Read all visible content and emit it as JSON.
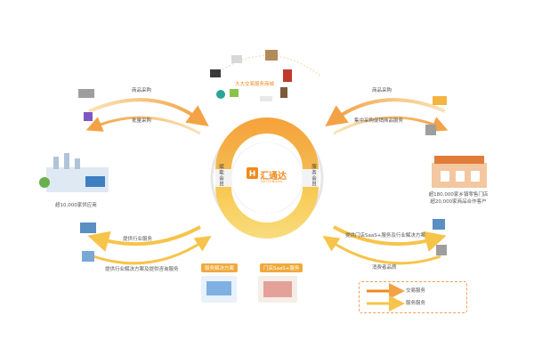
{
  "center": {
    "brand": "汇通达",
    "brand_sub": "HUITONGDA",
    "top_label": "交易服务",
    "bottom_label": "服务服务",
    "left_side": "赋能会员",
    "right_side": "服务会员"
  },
  "top_group": {
    "label": "大大交易服务商城"
  },
  "left_top_arrows": {
    "upper": "商品采购",
    "lower": "批量采购"
  },
  "right_top_arrows": {
    "upper": "商品采购",
    "lower": "集中采购促销商品服务"
  },
  "left_node": {
    "label": "超10,000家供应商"
  },
  "right_node": {
    "line1": "超180,000家乡镇零售门店",
    "line2": "超20,000家商品合作客户"
  },
  "left_bottom_arrows": {
    "upper": "提供行业服务",
    "lower": "提供行业解决方案及提供咨询服务"
  },
  "right_bottom_arrows": {
    "upper": "提供门店SaaS+服务及行业解决方案",
    "lower": "消费者品质"
  },
  "bottom_pills": {
    "left": "服务解决方案",
    "right": "门店SaaS+服务"
  },
  "legend": {
    "item1": "交易服务",
    "item2": "服务服务"
  },
  "colors": {
    "orange": "#f08a1c",
    "yellow": "#f6c44a",
    "light": "#f8d9a8"
  }
}
